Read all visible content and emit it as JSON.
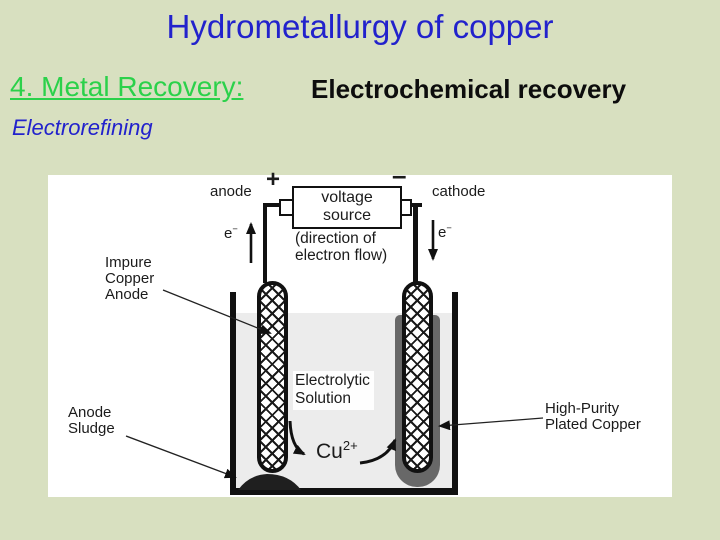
{
  "slide": {
    "title": "Hydrometallurgy of copper",
    "section_heading": "4. Metal Recovery:",
    "method_heading": "Electrochemical recovery",
    "process_label": "Electrorefining"
  },
  "colors": {
    "background": "#d8e0c0",
    "title_blue": "#2222cc",
    "heading_green": "#2bd14a",
    "heading_black": "#0d0d0d",
    "solution_gray": "#ececec",
    "plated_copper_gray": "#686868",
    "ink_black": "#111111"
  },
  "diagram": {
    "anode_terminal": "anode",
    "plus_sign": "+",
    "minus_sign": "–",
    "cathode_terminal": "cathode",
    "voltage_source_lines": [
      "voltage",
      "source"
    ],
    "direction_lines": [
      "(direction of",
      "electron flow)"
    ],
    "electron_base": "e",
    "electron_sup": "−",
    "impure_anode_lines": [
      "Impure",
      "Copper",
      "Anode"
    ],
    "anode_sludge_lines": [
      "Anode",
      "Sludge"
    ],
    "electrolytic_lines": [
      "Electrolytic",
      "Solution"
    ],
    "copper_ion_base": "Cu",
    "copper_ion_sup": "2+",
    "high_purity_lines": [
      "High-Purity",
      "Plated Copper"
    ]
  }
}
